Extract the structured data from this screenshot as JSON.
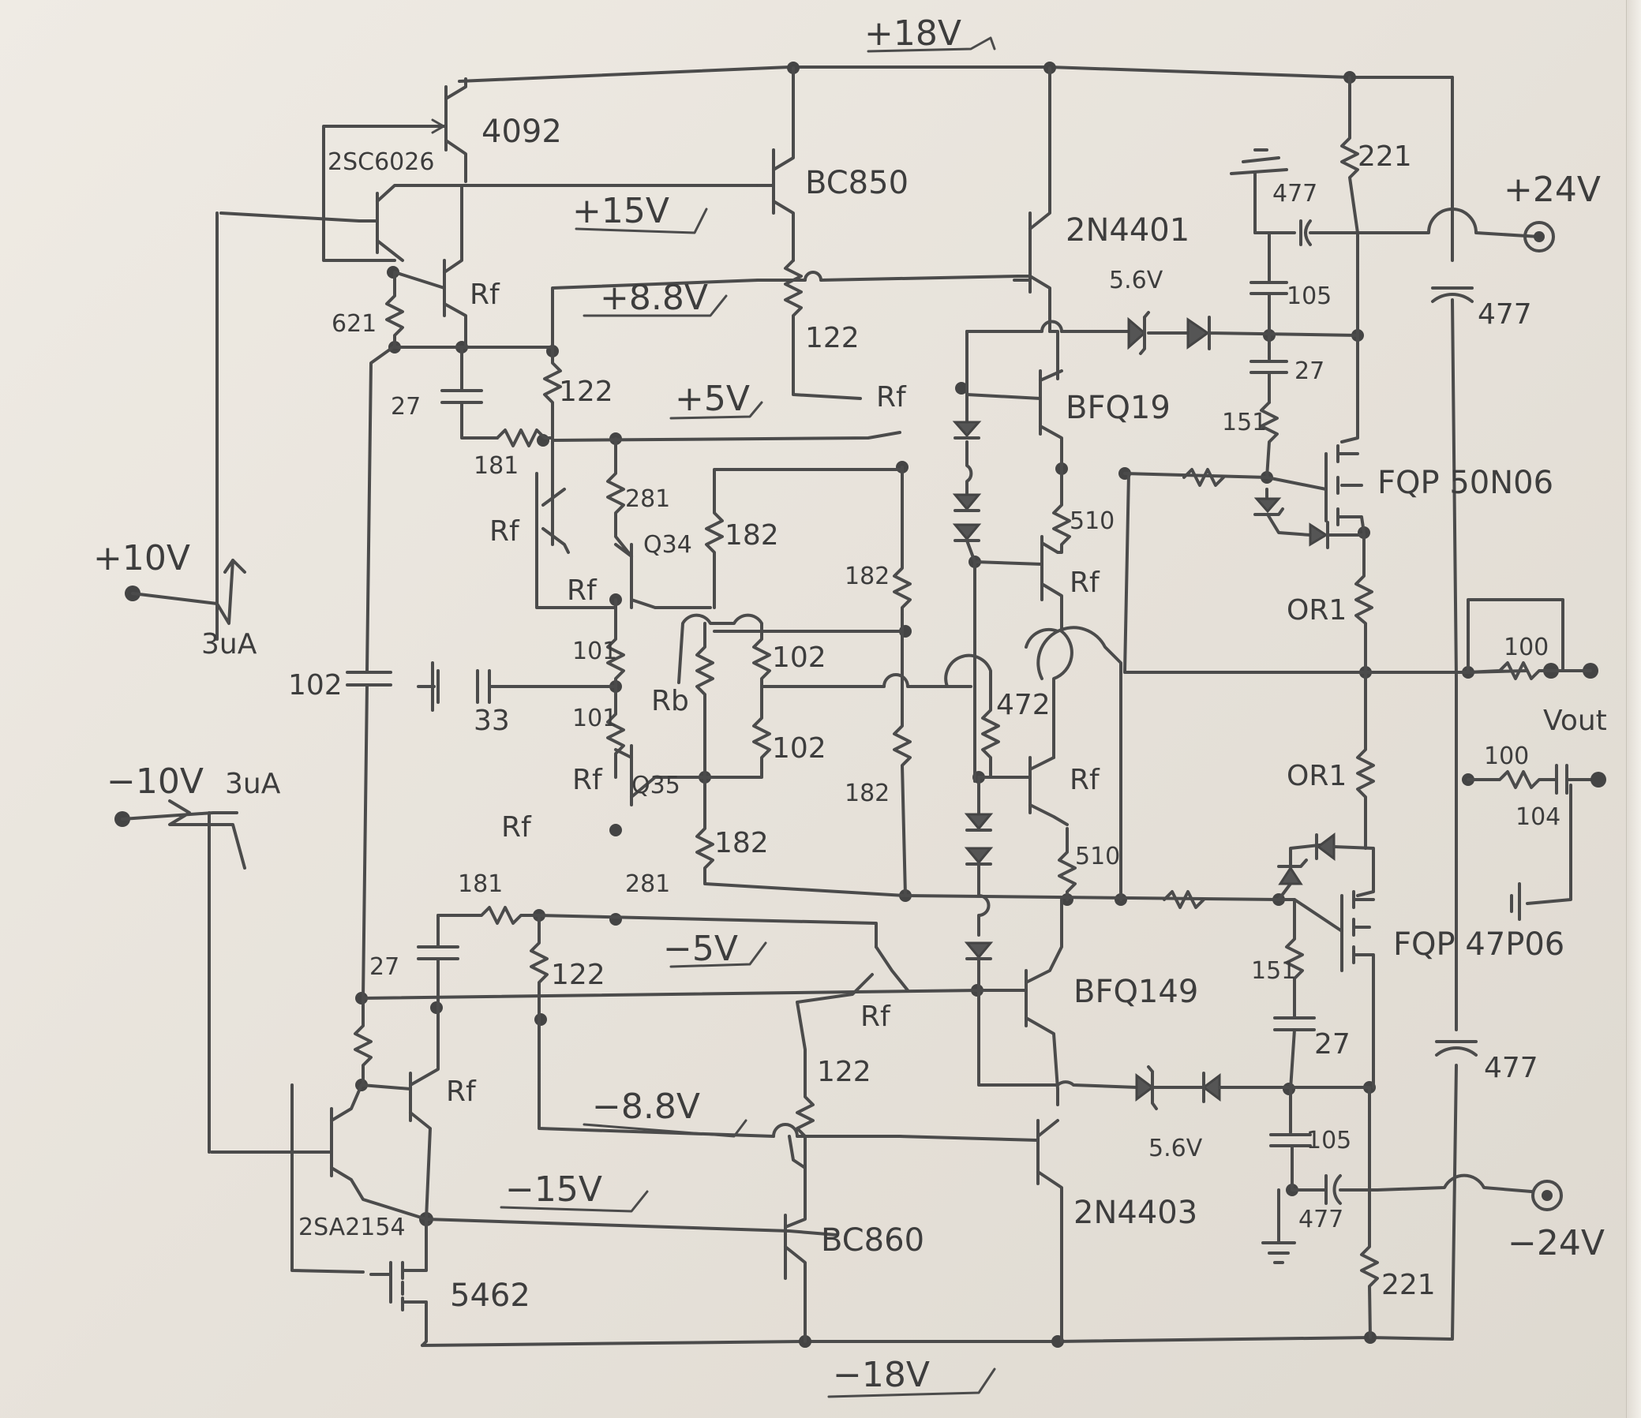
{
  "rails": {
    "pos18": "+18V",
    "pos15": "+15V",
    "pos8_8": "+8.8V",
    "pos5": "+5V",
    "neg5": "−5V",
    "neg8_8": "−8.8V",
    "neg15": "−15V",
    "neg18": "−18V"
  },
  "io": {
    "in_pos": "+10V",
    "in_pos_current": "3uA",
    "in_neg": "−10V",
    "in_neg_current": "3uA",
    "supply_pos": "+24V",
    "supply_neg": "−24V",
    "vout": "Vout"
  },
  "transistors": {
    "q4092": "4092",
    "q2sc6026": "2SC6026",
    "bc850": "BC850",
    "q2n4401": "2N4401",
    "bfq19": "BFQ19",
    "fqp50n06": "FQP 50N06",
    "q34": "Q34",
    "q35": "Q35",
    "bfq149": "BFQ149",
    "q2n4403": "2N4403",
    "bc860": "BC860",
    "fqp47p06": "FQP 47P06",
    "q2sa2154": "2SA2154",
    "q5462": "5462",
    "rf_label": "Rf",
    "rb_label": "Rb"
  },
  "values": {
    "r621": "621",
    "c27": "27",
    "r181": "181",
    "r122": "122",
    "r281": "281",
    "r182": "182",
    "r101": "101",
    "r102": "102",
    "c33": "33",
    "c102": "102",
    "r472": "472",
    "r510": "510",
    "z56": "5.6V",
    "r221": "221",
    "c477": "477",
    "c105": "105",
    "r151": "151",
    "or1": "OR1",
    "r100": "100",
    "c104": "104"
  }
}
